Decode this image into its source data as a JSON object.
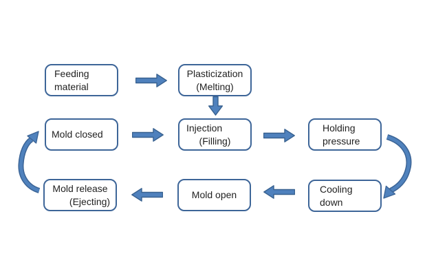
{
  "diagram": {
    "type": "flowchart",
    "nodes": [
      {
        "id": "feeding-material",
        "lines": [
          "Feeding",
          "material"
        ]
      },
      {
        "id": "plasticization",
        "lines": [
          "Plasticization",
          "(Melting)"
        ]
      },
      {
        "id": "mold-closed",
        "lines": [
          "Mold closed"
        ]
      },
      {
        "id": "injection",
        "lines": [
          "Injection",
          "(Filling)"
        ]
      },
      {
        "id": "holding-pressure",
        "lines": [
          "Holding",
          "pressure"
        ]
      },
      {
        "id": "mold-release",
        "lines": [
          "Mold release",
          "(Ejecting)"
        ]
      },
      {
        "id": "mold-open",
        "lines": [
          "Mold open"
        ]
      },
      {
        "id": "cooling-down",
        "lines": [
          "Cooling",
          "down"
        ]
      }
    ],
    "edges": [
      {
        "from": "feeding-material",
        "to": "plasticization",
        "shape": "block-arrow",
        "direction": "right"
      },
      {
        "from": "plasticization",
        "to": "injection",
        "shape": "block-arrow",
        "direction": "down"
      },
      {
        "from": "mold-closed",
        "to": "injection",
        "shape": "block-arrow",
        "direction": "right"
      },
      {
        "from": "injection",
        "to": "holding-pressure",
        "shape": "block-arrow",
        "direction": "right"
      },
      {
        "from": "holding-pressure",
        "to": "cooling-down",
        "shape": "curved-arrow",
        "direction": "down"
      },
      {
        "from": "cooling-down",
        "to": "mold-open",
        "shape": "block-arrow",
        "direction": "left"
      },
      {
        "from": "mold-open",
        "to": "mold-release",
        "shape": "block-arrow",
        "direction": "left"
      },
      {
        "from": "mold-release",
        "to": "mold-closed",
        "shape": "curved-arrow",
        "direction": "up"
      }
    ],
    "colors": {
      "arrow_fill": "#4f81bd",
      "arrow_outline": "#38618f",
      "box_border": "#3d6598",
      "text": "#1f1f1f",
      "background": "#ffffff"
    }
  }
}
